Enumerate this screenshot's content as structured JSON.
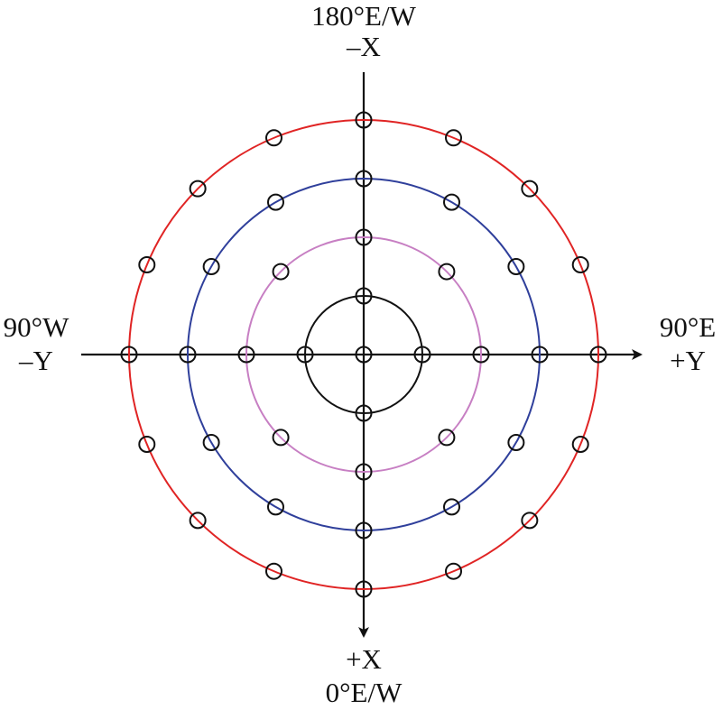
{
  "labels": {
    "top_line1": "180°E/W",
    "top_line2": "–X",
    "left_line1": "90°W",
    "left_line2": "–Y",
    "right_line1": "90°E",
    "right_line2": "+Y",
    "bottom_line1": "+X",
    "bottom_line2": "0°E/W"
  },
  "rings": [
    {
      "name": "inner-ring",
      "radius": 1,
      "color": "#111111"
    },
    {
      "name": "second-ring",
      "radius": 2,
      "color": "#c77fc3"
    },
    {
      "name": "third-ring",
      "radius": 3,
      "color": "#2f3f9b"
    },
    {
      "name": "outer-ring",
      "radius": 4,
      "color": "#e02424"
    }
  ],
  "points": {
    "center": true,
    "per_ring": [
      {
        "radius": 1,
        "angles_deg": [
          0,
          90,
          180,
          270
        ]
      },
      {
        "radius": 2,
        "angles_deg": [
          0,
          45,
          90,
          135,
          180,
          225,
          270,
          315
        ]
      },
      {
        "radius": 3,
        "angles_deg": [
          0,
          30,
          60,
          90,
          120,
          150,
          180,
          210,
          240,
          270,
          300,
          330
        ]
      },
      {
        "radius": 4,
        "angles_deg": [
          0,
          22.5,
          45,
          67.5,
          90,
          112.5,
          135,
          157.5,
          180,
          202.5,
          225,
          247.5,
          270,
          292.5,
          315,
          337.5
        ]
      }
    ]
  },
  "axes": {
    "horizontal_arrow": "right",
    "vertical_arrow": "down"
  }
}
